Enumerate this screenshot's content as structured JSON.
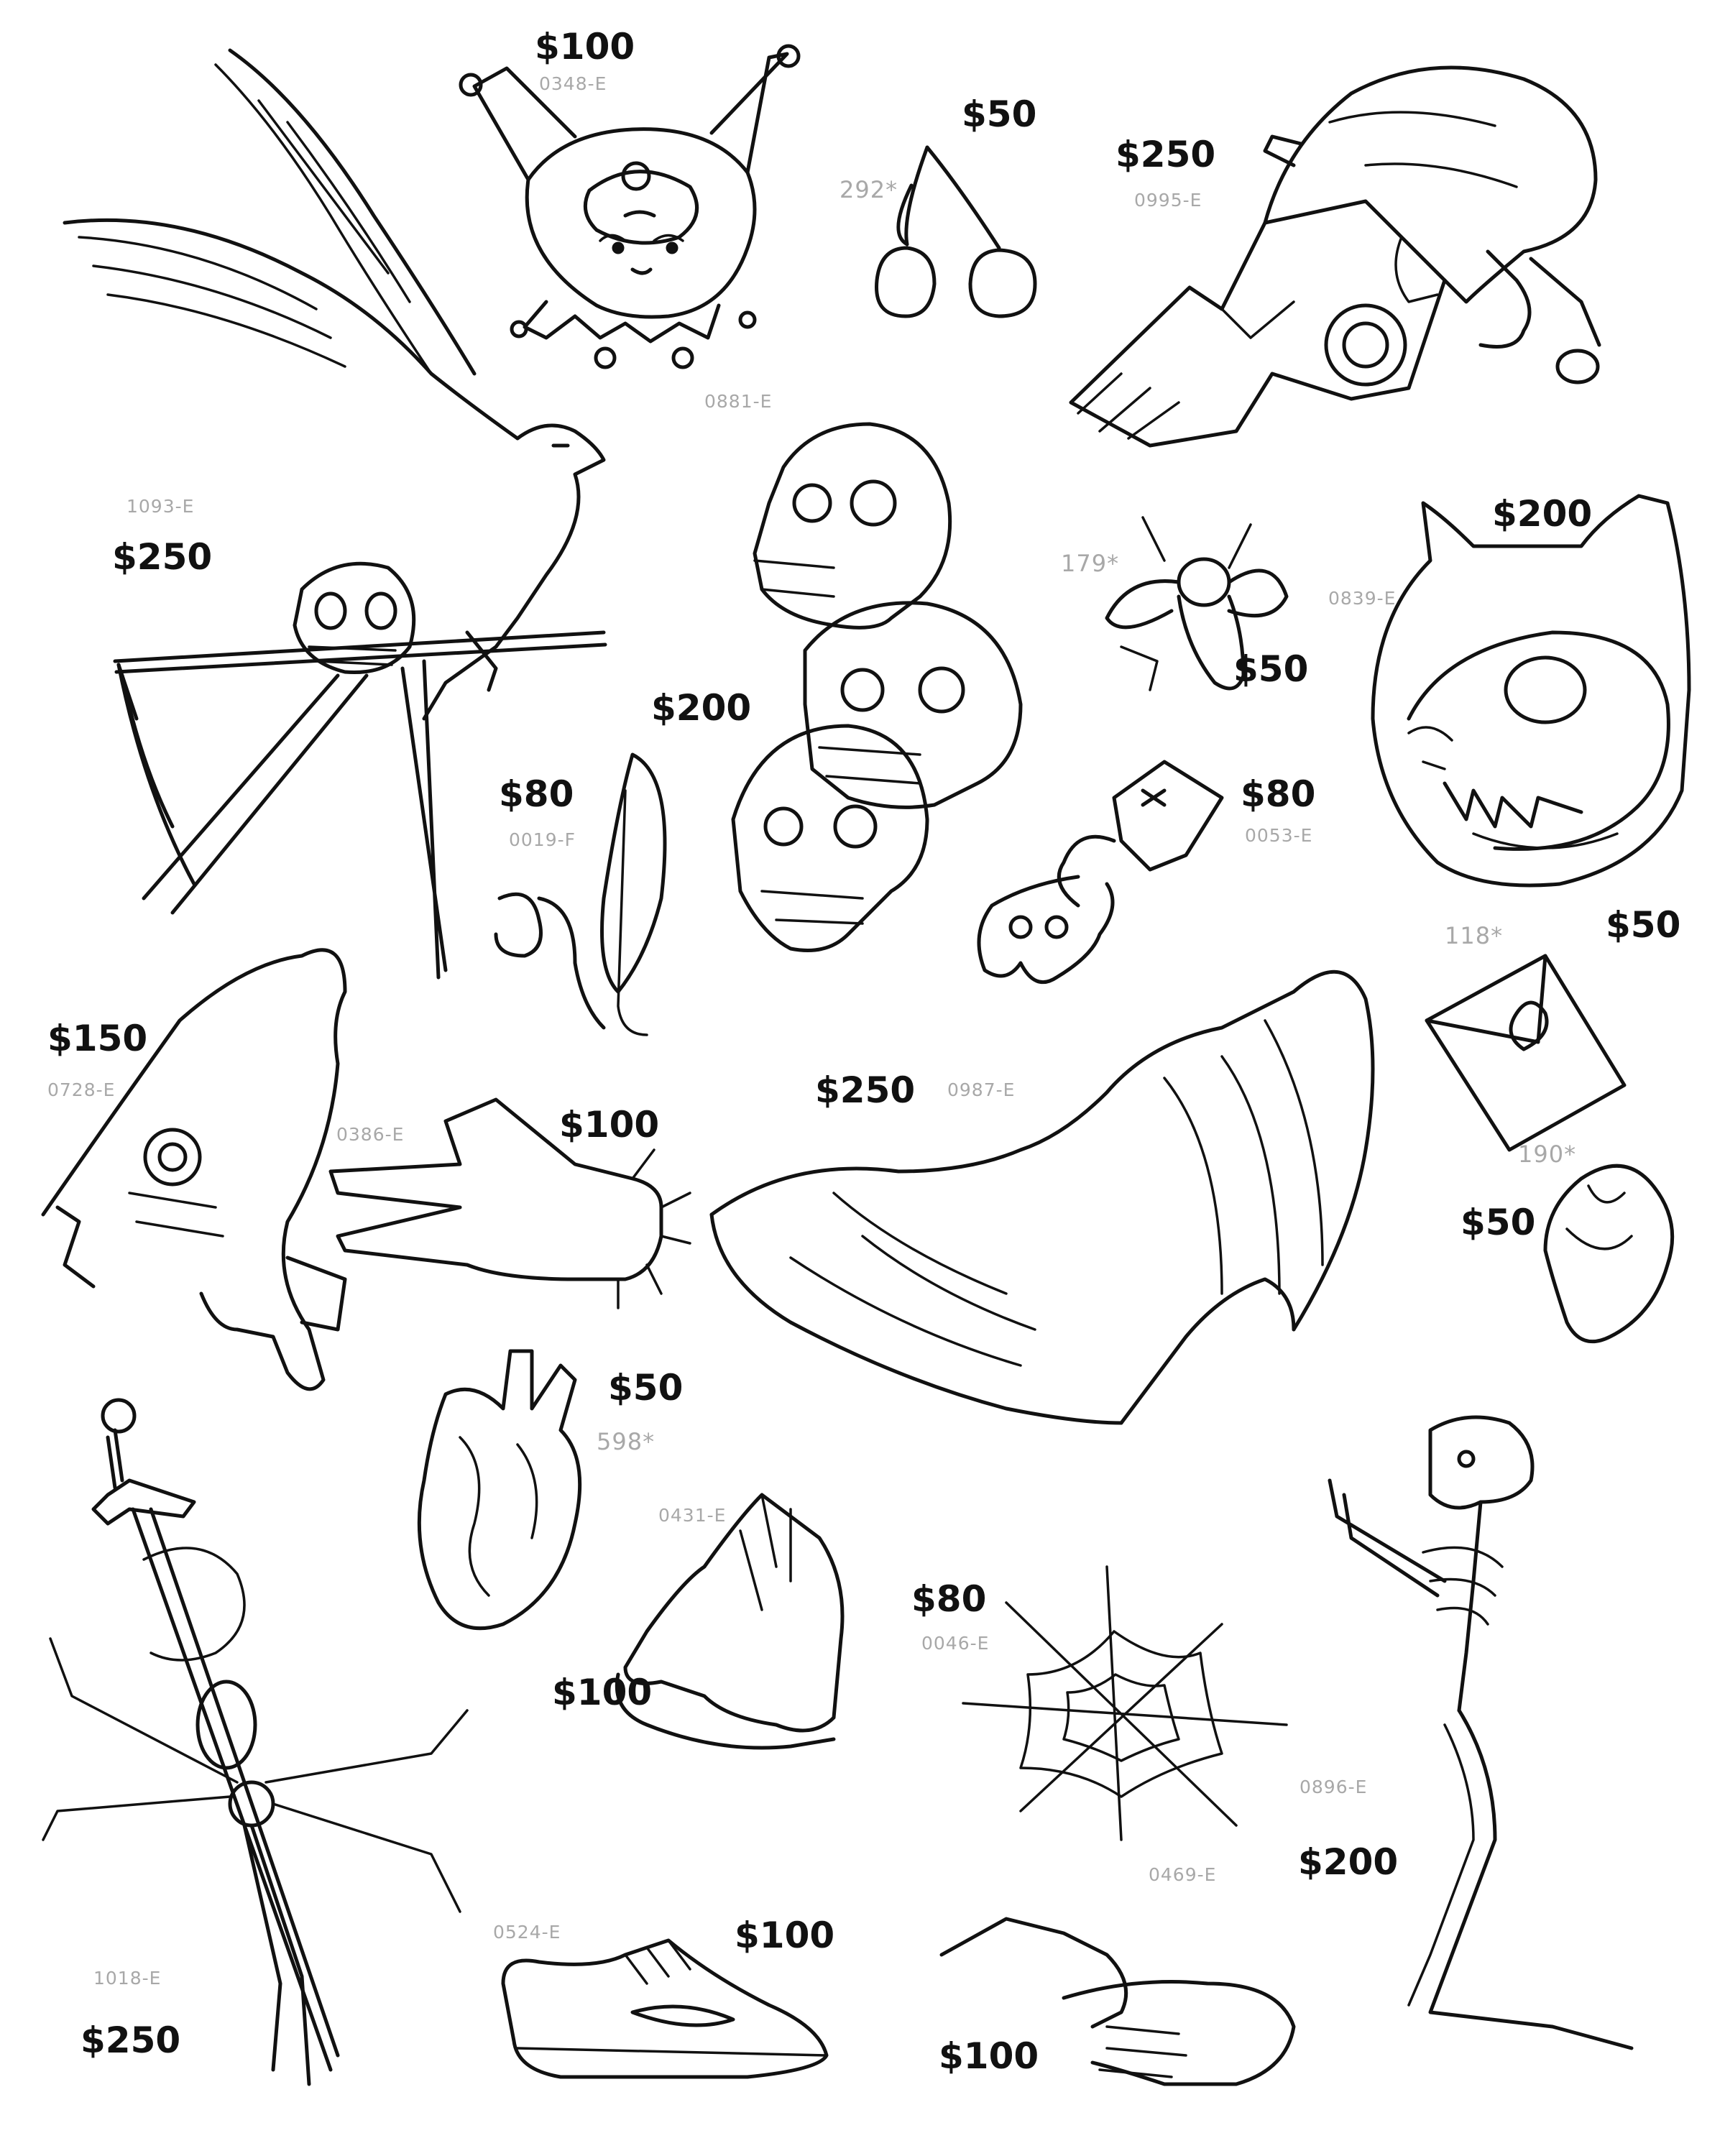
{
  "flash_items": [
    {
      "name": "kuromi",
      "price": "$100",
      "code": "0348-E"
    },
    {
      "name": "cherries",
      "price": "$50",
      "code": "292*"
    },
    {
      "name": "hand-revolver",
      "price": "$250",
      "code": "0995-E"
    },
    {
      "name": "swallow-skull",
      "price": "$250",
      "code": "1093-E"
    },
    {
      "name": "skull-stack",
      "price": "$200",
      "code": "0881-E"
    },
    {
      "name": "fly",
      "price": "$50",
      "code": "179*"
    },
    {
      "name": "cat-skull",
      "price": "$200",
      "code": "0839-E"
    },
    {
      "name": "feather",
      "price": "$80",
      "code": "0019-F"
    },
    {
      "name": "poison-bottle",
      "price": "$80",
      "code": "0053-E"
    },
    {
      "name": "envelope",
      "price": "$50",
      "code": "118*"
    },
    {
      "name": "reaper-peek",
      "price": "$150",
      "code": "0728-E"
    },
    {
      "name": "finger-gun",
      "price": "$100",
      "code": "0386-E"
    },
    {
      "name": "skeleton-hands-heart",
      "price": "$250",
      "code": "0987-E"
    },
    {
      "name": "small-heart",
      "price": "$50",
      "code": "190*"
    },
    {
      "name": "anatomical-heart",
      "price": "$50",
      "code": "598*"
    },
    {
      "name": "praying-hands",
      "price": "$100",
      "code": "0431-E"
    },
    {
      "name": "spiderweb",
      "price": "$80",
      "code": "0046-E"
    },
    {
      "name": "praying-skeleton",
      "price": "$200",
      "code": "0896-E"
    },
    {
      "name": "dagger-spider",
      "price": "$250",
      "code": "1018-E"
    },
    {
      "name": "sneaker",
      "price": "$100",
      "code": "0524-E"
    },
    {
      "name": "handshake",
      "price": "$100",
      "code": "0469-E"
    }
  ]
}
